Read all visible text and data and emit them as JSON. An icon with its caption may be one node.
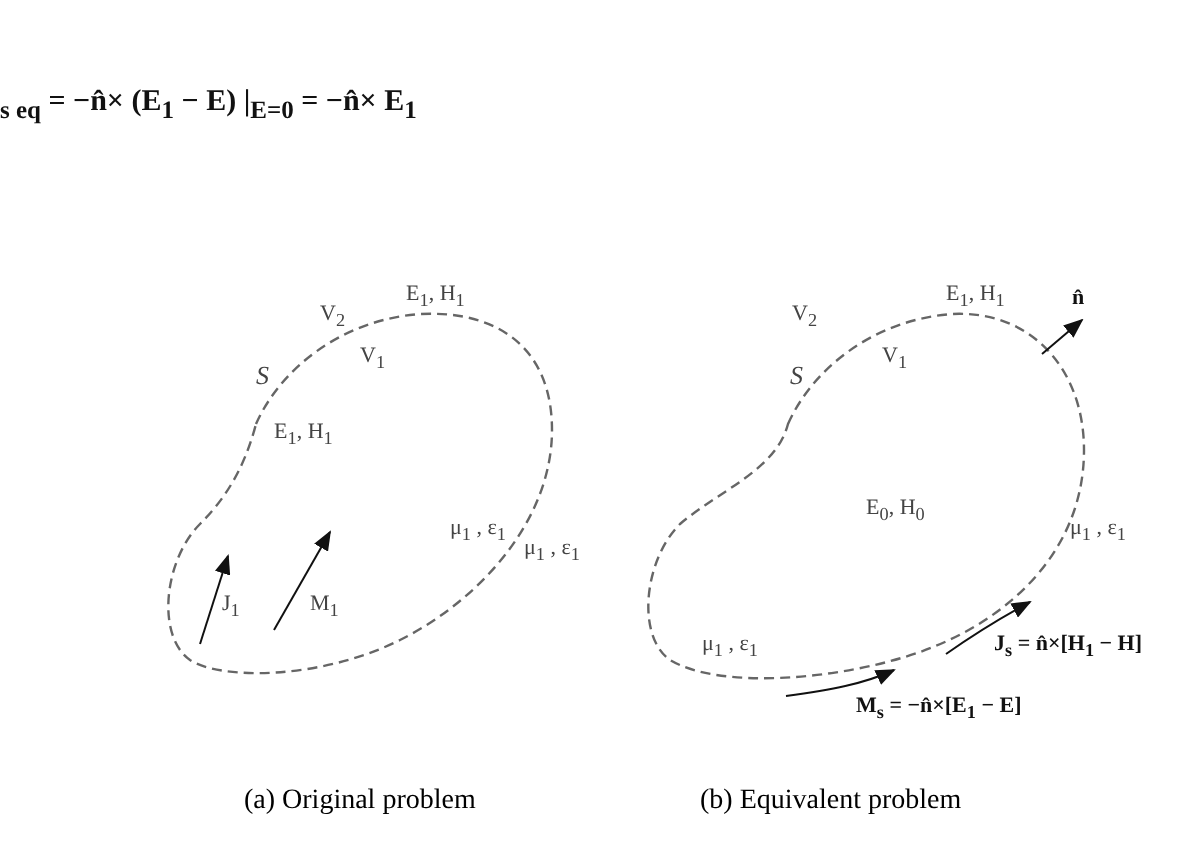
{
  "diagram": {
    "labels": [
      "$_{s eq}$ = −n̂× (**E$_{1}$** − **E**) |$_{E=0}$ = −n̂× **E$_{1}$**",
      "V$_{2}$",
      "E$_{1}$, H$_{1}$",
      "S",
      "V$_{1}$",
      "E$_{1}$, H$_{1}$",
      "μ$_{1}$ , ε$_{1}$",
      "μ$_{1}$ , ε$_{1}$",
      "J$_{1}$",
      "M$_{1}$",
      "V$_{2}$",
      "E$_{1}$, H$_{1}$",
      "n̂",
      "S",
      "V$_{1}$",
      "E$_{0}$, H$_{0}$",
      "μ$_{1}$ , ε$_{1}$",
      "μ$_{1}$ , ε$_{1}$",
      "J$_{s}$ = n̂×[H$_{1}$ − H]",
      "M$_{s}$ = −n̂×[E$_{1}$ − E]",
      "(a) Original problem",
      "(b) Equivalent problem"
    ]
  }
}
